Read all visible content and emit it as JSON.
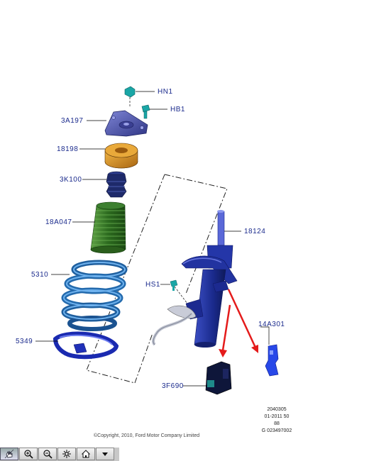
{
  "callouts": {
    "hn1": "HN1",
    "hb1": "HB1",
    "top_mount": "3A197",
    "bearing": "18198",
    "bump_stop": "3K100",
    "dust_boot": "18A047",
    "spring": "5310",
    "spring_seat": "5349",
    "strut": "18124",
    "hs1": "HS1",
    "bracket_14a301": "14A301",
    "bracket_3f690": "3F690"
  },
  "reference": {
    "line1": "2040305",
    "line2": "01-2011 50",
    "line3": "88",
    "line4": "G 023497002"
  },
  "copyright": "©Copyright, 2010, Ford Motor Company Limited",
  "toolbar": [
    "pan-tool",
    "zoom-in",
    "zoom-out",
    "reset-view",
    "home",
    "menu-dropdown"
  ],
  "colors": {
    "callout_text": "#1a2a8c",
    "teal_fastener": "#1aa6a6",
    "top_mount": "#4a4ea8",
    "bearing": "#d08a1a",
    "bump_stop": "#1e2a6a",
    "dust_boot": "#2f6e22",
    "spring": "#2a78c0",
    "strut": "#2233a0",
    "arrow": "#e41b1b"
  }
}
